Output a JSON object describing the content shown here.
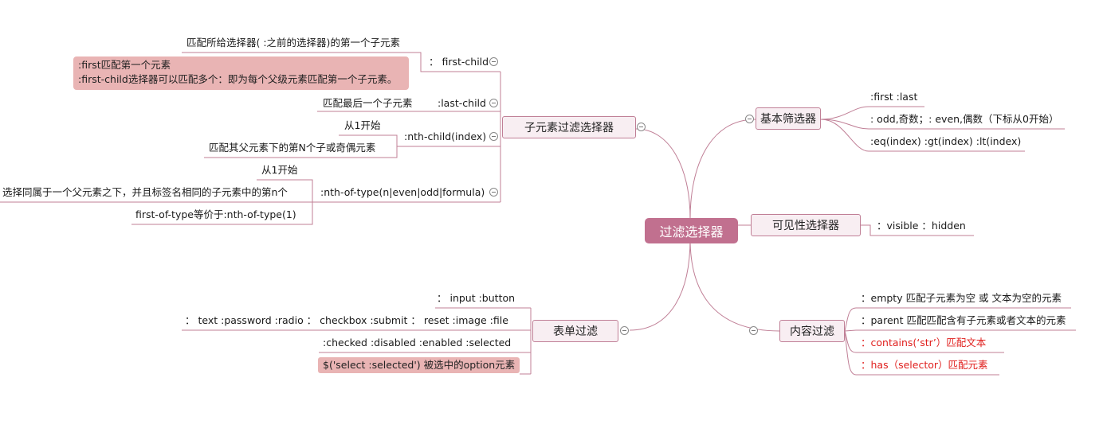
{
  "root": {
    "label": "过滤选择器"
  },
  "branches": {
    "basic": {
      "label": "基本筛选器",
      "items": [
        ":first  :last",
        ": odd,奇数；: even,偶数（下标从0开始）",
        ":eq(index)  :gt(index) :lt(index)"
      ]
    },
    "visible": {
      "label": "可见性选择器",
      "items": [
        "：visible  ：hidden"
      ]
    },
    "content": {
      "label": "内容过滤",
      "items": [
        "：empty 匹配子元素为空 或 文本为空的元素",
        "：parent 匹配匹配含有子元素或者文本的元素"
      ],
      "red_items": [
        "：contains(‘str’）匹配文本",
        "：has（selector）匹配元素"
      ],
      "red_color": "#e0201e"
    },
    "child": {
      "label": "子元素过滤选择器",
      "first_child": {
        "label": "：  first-child",
        "desc": "匹配所给选择器( :之前的选择器)的第一个子元素",
        "note_lines": [
          ":first匹配第一个元素",
          ":first-child选择器可以匹配多个：即为每个父级元素匹配第一个子元素。"
        ]
      },
      "last_child": {
        "label": ":last-child",
        "desc": "匹配最后一个子元素"
      },
      "nth_child": {
        "label": ":nth-child(index)",
        "desc_lines": [
          "从1开始",
          "匹配其父元素下的第N个子或奇偶元素"
        ]
      },
      "nth_of_type": {
        "label": ":nth-of-type(n|even|odd|formula)",
        "desc_lines": [
          "从1开始",
          "选择同属于一个父元素之下，并且标签名相同的子元素中的第n个",
          "first-of-type等价于:nth-of-type(1)"
        ]
      }
    },
    "form": {
      "label": "表单过滤",
      "items": [
        "：  input  :button",
        "：  text    :password   :radio   ：  checkbox :submit   ：  reset :image  :file",
        ":checked  :disabled  :enabled  :selected"
      ],
      "highlight": "$('select  :selected') 被选中的option元素"
    }
  },
  "colors": {
    "line": "#c07f96",
    "root_fill": "#c1708f",
    "node_fill": "#f8eef2",
    "note_fill": "#e9b4b4"
  }
}
